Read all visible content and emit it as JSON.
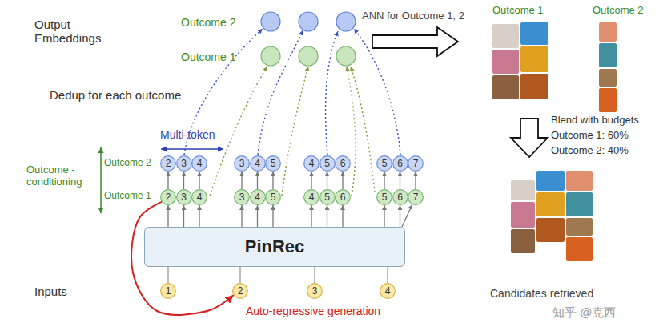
{
  "diagram": {
    "nodes": [
      {
        "text": [
          "2"
        ]
      },
      {
        "text": [
          "3"
        ]
      },
      {
        "text": [
          "4"
        ]
      },
      {
        "text": [
          "3"
        ]
      },
      {
        "text": [
          "4"
        ]
      },
      {
        "text": [
          "5"
        ]
      },
      {
        "text": [
          "4"
        ]
      },
      {
        "text": [
          "5"
        ]
      },
      {
        "text": [
          "6"
        ]
      },
      {
        "text": [
          "5"
        ]
      },
      {
        "text": [
          "6"
        ]
      },
      {
        "text": [
          "7"
        ]
      },
      {
        "text": [
          "2"
        ]
      },
      {
        "text": [
          "3"
        ]
      },
      {
        "text": [
          "4"
        ]
      },
      {
        "text": [
          "3"
        ]
      },
      {
        "text": [
          "4"
        ]
      },
      {
        "text": [
          "5"
        ]
      },
      {
        "text": [
          "4"
        ]
      },
      {
        "text": [
          "5"
        ]
      },
      {
        "text": [
          "6"
        ]
      },
      {
        "text": [
          "5"
        ]
      },
      {
        "text": [
          "6"
        ]
      },
      {
        "text": [
          "7"
        ]
      },
      {
        "text": [
          "PinRec"
        ]
      },
      {
        "text": [
          "1"
        ]
      },
      {
        "text": [
          "2"
        ]
      },
      {
        "text": [
          "3"
        ]
      },
      {
        "text": [
          "4"
        ]
      }
    ],
    "edges": [
      {
        "from": 24,
        "to": 12,
        "arrow": "to"
      },
      {
        "from": 24,
        "to": 13,
        "arrow": "to"
      },
      {
        "from": 24,
        "to": 14,
        "arrow": "to"
      },
      {
        "from": 24,
        "to": 15,
        "arrow": "to"
      },
      {
        "from": 24,
        "to": 16,
        "arrow": "to"
      },
      {
        "from": 24,
        "to": 17,
        "arrow": "to"
      },
      {
        "from": 24,
        "to": 18,
        "arrow": "to"
      },
      {
        "from": 24,
        "to": 19,
        "arrow": "to"
      },
      {
        "from": 24,
        "to": 20,
        "arrow": "to"
      },
      {
        "from": 24,
        "to": 21,
        "arrow": "to"
      },
      {
        "from": 24,
        "to": 22,
        "arrow": "to"
      },
      {
        "from": 24,
        "to": 23,
        "arrow": "to"
      },
      {
        "from": 12,
        "to": 0,
        "arrow": "to"
      },
      {
        "from": 13,
        "to": 1,
        "arrow": "to"
      },
      {
        "from": 14,
        "to": 2,
        "arrow": "to"
      },
      {
        "from": 15,
        "to": 3,
        "arrow": "to"
      },
      {
        "from": 16,
        "to": 4,
        "arrow": "to"
      },
      {
        "from": 17,
        "to": 5,
        "arrow": "to"
      },
      {
        "from": 18,
        "to": 6,
        "arrow": "to"
      },
      {
        "from": 19,
        "to": 7,
        "arrow": "to"
      },
      {
        "from": 20,
        "to": 8,
        "arrow": "to"
      },
      {
        "from": 21,
        "to": 9,
        "arrow": "to"
      },
      {
        "from": 22,
        "to": 10,
        "arrow": "to"
      },
      {
        "from": 23,
        "to": 11,
        "arrow": "to"
      },
      {
        "from": 25,
        "to": 24,
        "arrow": "none"
      },
      {
        "from": 26,
        "to": 24,
        "arrow": "none"
      },
      {
        "from": 27,
        "to": 24,
        "arrow": "none"
      },
      {
        "from": 28,
        "to": 24,
        "arrow": "none"
      },
      {
        "from": 12,
        "to": 26,
        "arrow": "to",
        "label": "Auto-regressive generation"
      }
    ],
    "labels": [
      "Output Embeddings",
      "Outcome 2",
      "Outcome 1",
      "ANN for Outcome 1, 2",
      "Outcome 1",
      "Outcome 2",
      "Dedup for each outcome",
      "Blend with budgets",
      "Outcome 1: 60%",
      "Outcome 2: 40%",
      "Multi-token",
      "Outcome -conditioning",
      "Outcome 2",
      "Outcome 1",
      "Inputs",
      "Candidates retrieved",
      "知乎 @克西"
    ]
  }
}
